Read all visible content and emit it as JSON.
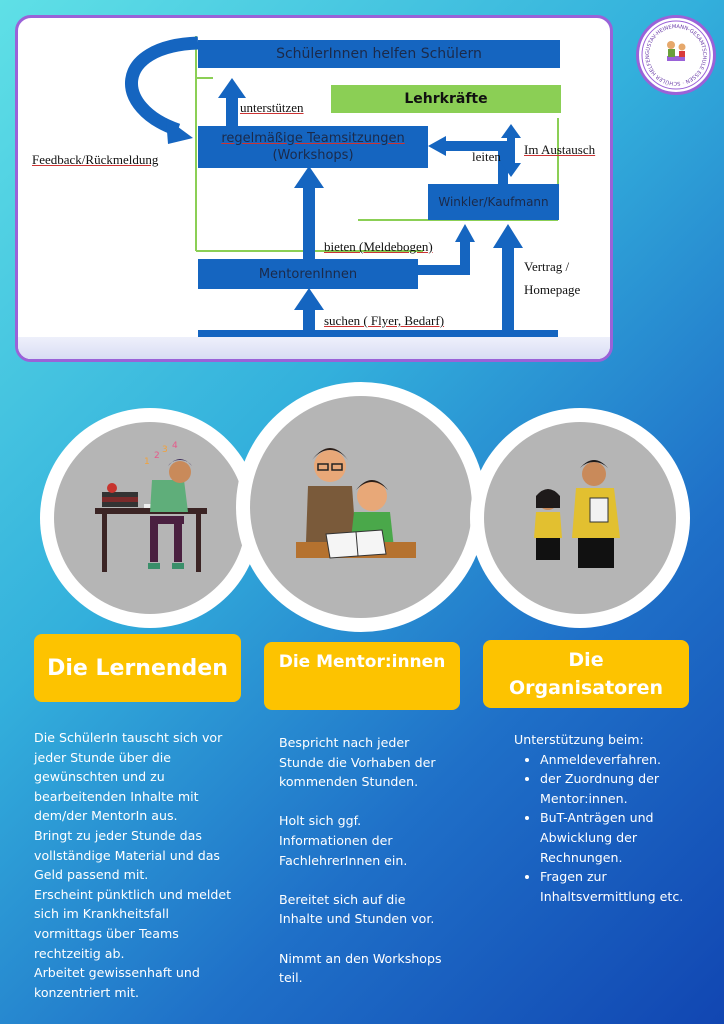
{
  "diagram": {
    "box_helfen": "SchülerInnen helfen Schülern",
    "box_lehrkraefte": "Lehrkräfte",
    "box_teamsitzungen_1": "regelmäßige Teamsitzungen",
    "box_teamsitzungen_2": "(Workshops)",
    "box_winkler": "Winkler/Kaufmann",
    "box_mentoren": "MentorenInnen",
    "lbl_unterstuetzen": "unterstützen",
    "lbl_feedback": "Feedback/Rückmeldung",
    "lbl_leiten": "leiten",
    "lbl_austausch": "Im Austausch",
    "lbl_bieten": "bieten (Meldebogen)",
    "lbl_vertrag": "Vertrag /",
    "lbl_homepage": "Homepage",
    "lbl_suchen": "suchen ( Flyer, Bedarf)"
  },
  "logo": {
    "text": "GUSTAV-HEINEMANN-GESAMTSCHULE ESSEN · SCHÜLER HELFEN SCHÜLERN"
  },
  "columns": {
    "lernende": {
      "title": "Die Lernenden",
      "lines": [
        "Die SchülerIn tauscht sich vor",
        "jeder Stunde über die",
        "gewünschten und zu",
        "bearbeitenden Inhalte mit",
        "dem/der MentorIn aus.",
        "Bringt zu jeder Stunde das",
        "vollständige Material und das",
        "Geld passend mit.",
        "Erscheint pünktlich und meldet",
        "sich im Krankheitsfall",
        "vormittags über Teams",
        "rechtzeitig ab.",
        "Arbeitet gewissenhaft und",
        "konzentriert mit."
      ]
    },
    "mentoren": {
      "title": "Die Mentor:innen",
      "lines": [
        "Bespricht nach jeder",
        "Stunde die Vorhaben der",
        "kommenden Stunden.",
        "",
        "Holt sich ggf.",
        "Informationen der",
        "FachlehrerInnen ein.",
        "",
        "Bereitet sich auf die",
        "Inhalte und Stunden vor.",
        "",
        "Nimmt an den Workshops",
        "teil."
      ]
    },
    "organisatoren": {
      "title_1": "Die",
      "title_2": "Organisatoren",
      "intro": "Unterstützung beim:",
      "items": [
        [
          "Anmeldeverfahren."
        ],
        [
          "der Zuordnung der",
          "Mentor:innen."
        ],
        [
          "BuT-Anträgen und",
          "Abwicklung der",
          "Rechnungen."
        ],
        [
          "Fragen zur",
          "Inhaltsvermittlung etc."
        ]
      ]
    }
  },
  "colors": {
    "accent_yellow": "#fdc300",
    "diagram_blue": "#1565c0",
    "diagram_green": "#8bcf55",
    "frame_purple": "#9a62d8"
  }
}
